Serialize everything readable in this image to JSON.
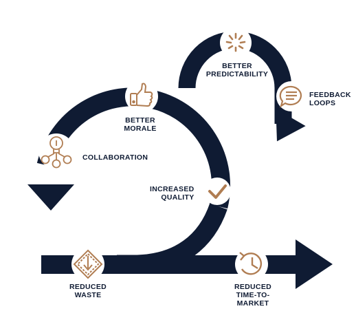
{
  "colors": {
    "navy": "#0f1b33",
    "bronze": "#b07d52",
    "background": "#ffffff"
  },
  "labels": {
    "better_predictability": [
      "BETTER",
      "PREDICTABILITY"
    ],
    "feedback_loops": [
      "FEEDBACK",
      "LOOPS"
    ],
    "better_morale": [
      "BETTER",
      "MORALE"
    ],
    "collaboration": "COLLABORATION",
    "increased_quality": [
      "INCREASED",
      "QUALITY"
    ],
    "reduced_waste": [
      "REDUCED",
      "WASTE"
    ],
    "reduced_time_to_market": [
      "REDUCED",
      "TIME-TO-",
      "MARKET"
    ]
  },
  "icons": [
    "sunburst-icon",
    "speech-bubble-icon",
    "thumbs-up-icon",
    "lightbulb-people-icon",
    "checkmark-icon",
    "diamond-arrow-icon",
    "clock-icon"
  ]
}
